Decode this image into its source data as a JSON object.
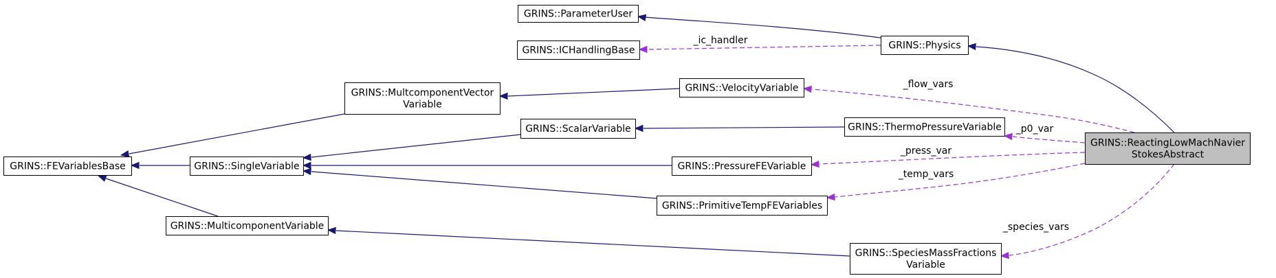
{
  "nodes": {
    "parameter_user": {
      "lines": [
        "GRINS::ParameterUser"
      ]
    },
    "ic_handling_base": {
      "lines": [
        "GRINS::ICHandlingBase"
      ]
    },
    "physics": {
      "lines": [
        "GRINS::Physics"
      ]
    },
    "multicomponent_vector_variable": {
      "lines": [
        "GRINS::MultcomponentVector",
        "Variable"
      ]
    },
    "velocity_variable": {
      "lines": [
        "GRINS::VelocityVariable"
      ]
    },
    "scalar_variable": {
      "lines": [
        "GRINS::ScalarVariable"
      ]
    },
    "thermo_pressure_variable": {
      "lines": [
        "GRINS::ThermoPressureVariable"
      ]
    },
    "fe_variables_base": {
      "lines": [
        "GRINS::FEVariablesBase"
      ]
    },
    "single_variable": {
      "lines": [
        "GRINS::SingleVariable"
      ]
    },
    "pressure_fe_variable": {
      "lines": [
        "GRINS::PressureFEVariable"
      ]
    },
    "primitive_temp_fe_variables": {
      "lines": [
        "GRINS::PrimitiveTempFEVariables"
      ]
    },
    "multicomponent_variable": {
      "lines": [
        "GRINS::MulticomponentVariable"
      ]
    },
    "species_mass_fractions_variable": {
      "lines": [
        "GRINS::SpeciesMassFractions",
        "Variable"
      ]
    },
    "reacting_low_mach": {
      "lines": [
        "GRINS::ReactingLowMachNavier",
        "StokesAbstract"
      ]
    }
  },
  "edges": [
    {
      "from": "physics",
      "to": "parameter_user",
      "kind": "inheritance",
      "label": ""
    },
    {
      "from": "physics",
      "to": "ic_handling_base",
      "kind": "usage",
      "label": "_ic_handler"
    },
    {
      "from": "reacting_low_mach",
      "to": "physics",
      "kind": "inheritance",
      "label": ""
    },
    {
      "from": "reacting_low_mach",
      "to": "velocity_variable",
      "kind": "usage",
      "label": "_flow_vars"
    },
    {
      "from": "reacting_low_mach",
      "to": "thermo_pressure_variable",
      "kind": "usage",
      "label": "_p0_var"
    },
    {
      "from": "reacting_low_mach",
      "to": "pressure_fe_variable",
      "kind": "usage",
      "label": "_press_var"
    },
    {
      "from": "reacting_low_mach",
      "to": "primitive_temp_fe_variables",
      "kind": "usage",
      "label": "_temp_vars"
    },
    {
      "from": "reacting_low_mach",
      "to": "species_mass_fractions_variable",
      "kind": "usage",
      "label": "_species_vars"
    },
    {
      "from": "velocity_variable",
      "to": "multicomponent_vector_variable",
      "kind": "inheritance",
      "label": ""
    },
    {
      "from": "multicomponent_vector_variable",
      "to": "fe_variables_base",
      "kind": "inheritance",
      "label": ""
    },
    {
      "from": "thermo_pressure_variable",
      "to": "scalar_variable",
      "kind": "inheritance",
      "label": ""
    },
    {
      "from": "scalar_variable",
      "to": "single_variable",
      "kind": "inheritance",
      "label": ""
    },
    {
      "from": "pressure_fe_variable",
      "to": "single_variable",
      "kind": "inheritance",
      "label": ""
    },
    {
      "from": "primitive_temp_fe_variables",
      "to": "single_variable",
      "kind": "inheritance",
      "label": ""
    },
    {
      "from": "single_variable",
      "to": "fe_variables_base",
      "kind": "inheritance",
      "label": ""
    },
    {
      "from": "multicomponent_variable",
      "to": "fe_variables_base",
      "kind": "inheritance",
      "label": ""
    },
    {
      "from": "species_mass_fractions_variable",
      "to": "multicomponent_variable",
      "kind": "inheritance",
      "label": ""
    }
  ],
  "colors": {
    "inheritance_edge": "#191970",
    "usage_edge": "#9a32cd",
    "highlight_fill": "#bfbfbf",
    "node_border": "#000000",
    "node_fill": "#ffffff"
  }
}
